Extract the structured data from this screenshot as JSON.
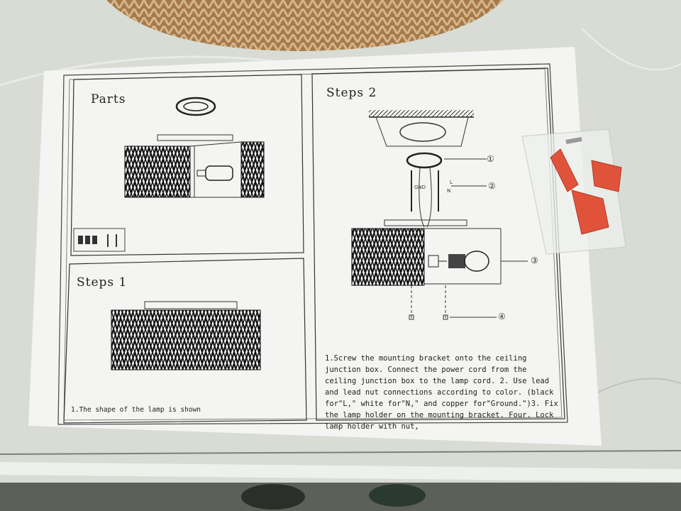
{
  "sheet": {
    "parts_title": "Parts",
    "steps1_title": "Steps 1",
    "steps1_caption": "1.The shape of the lamp is shown",
    "steps2_title": "Steps 2",
    "steps2_text": "1.Screw the mounting bracket onto the ceiling junction box. Connect the power cord from the ceiling junction box to the lamp cord. 2. Use lead and lead nut connections according to color. (black for\"L,\" white for\"N,\" and copper for\"Ground.\")3. Fix the lamp holder on the mounting bracket. Four. Lock lamp holder with nut,",
    "callouts": [
      "①",
      "②",
      "③",
      "④"
    ],
    "wire_labels": {
      "ground": "GND",
      "live": "L",
      "neutral": "N"
    }
  },
  "colors": {
    "paper": "#f4f4f2",
    "ink": "#222222",
    "table": "#d9ddd6",
    "rattan": "#b48a5a",
    "wire_nut": "#e0533a"
  }
}
